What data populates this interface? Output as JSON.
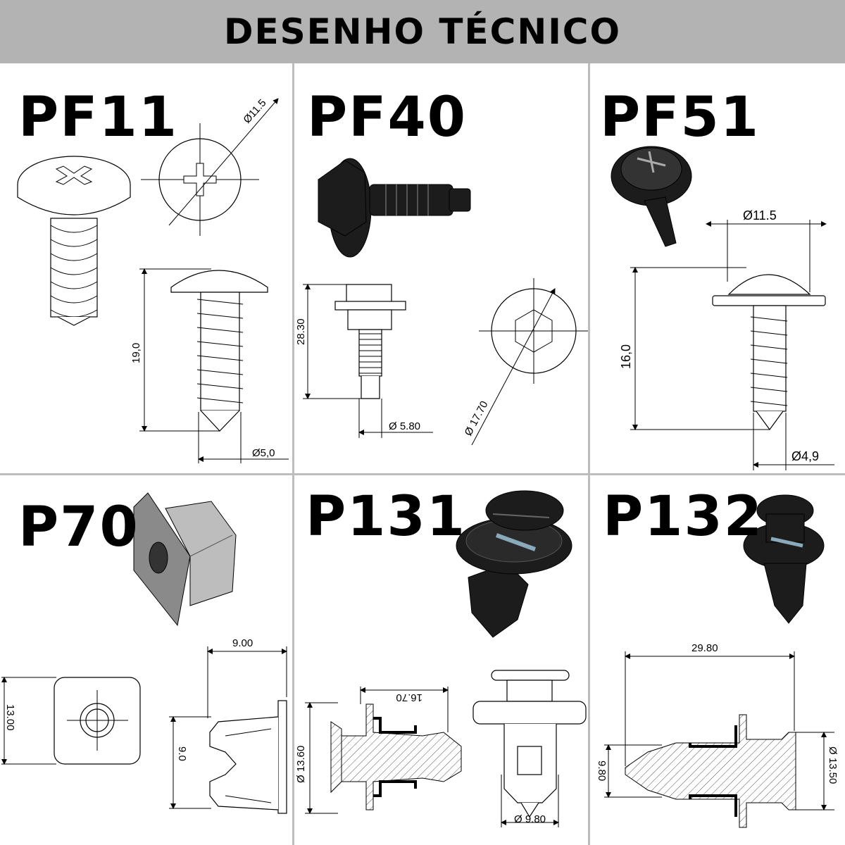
{
  "header": {
    "title": "DESENHO TÉCNICO"
  },
  "parts": [
    {
      "code": "PF11",
      "dims": {
        "head_diameter": "Ø11.5",
        "length": "19,0",
        "shank_diameter": "Ø5,0"
      }
    },
    {
      "code": "PF40",
      "dims": {
        "length": "28.30",
        "shank_diameter": "Ø 5.80",
        "flange_diameter": "Ø 17.70"
      }
    },
    {
      "code": "PF51",
      "dims": {
        "head_diameter": "Ø11.5",
        "length": "16,0",
        "shank_diameter": "Ø4,9"
      }
    },
    {
      "code": "P70",
      "dims": {
        "width": "9.00",
        "height": "13.00",
        "inner": "9.0"
      }
    },
    {
      "code": "P131",
      "dims": {
        "length": "16.70",
        "head_diameter": "Ø 13.60",
        "tip_diameter": "Ø 9.80"
      }
    },
    {
      "code": "P132",
      "dims": {
        "length": "29.80",
        "inner": "9.80",
        "head_diameter": "Ø 13.50"
      }
    }
  ],
  "colors": {
    "header_bg": "#b3b3b3",
    "divider": "#bdbdbd",
    "part_render": "#1c1c1c"
  }
}
